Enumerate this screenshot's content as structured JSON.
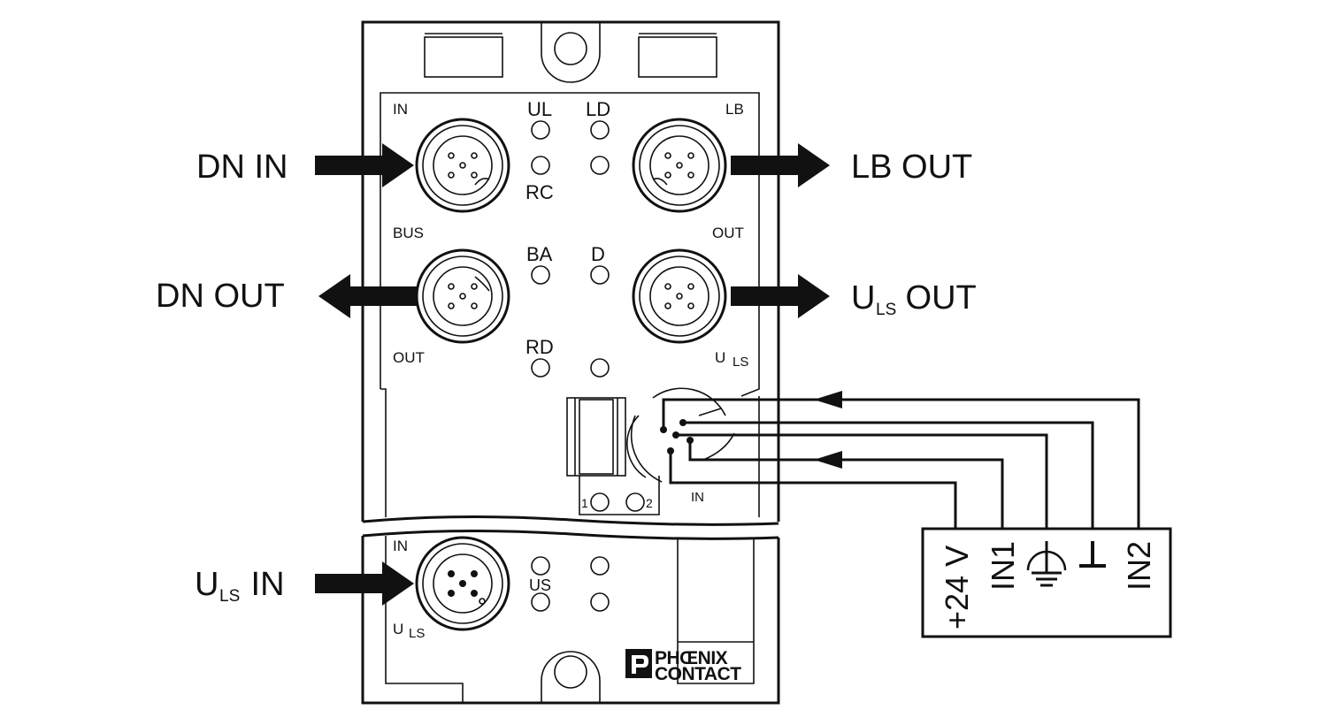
{
  "external_labels": {
    "dn_in": "DN IN",
    "dn_out": "DN OUT",
    "lb_out": "LB OUT",
    "uls_out_main": "U",
    "uls_out_sub": "LS",
    "uls_out_suffix": " OUT",
    "uls_in_main": "U",
    "uls_in_sub": "LS",
    "uls_in_suffix": " IN"
  },
  "panel_labels": {
    "in_top": "IN",
    "lb": "LB",
    "bus": "BUS",
    "out_right": "OUT",
    "out_left": "OUT",
    "uls_right_main": "U",
    "uls_right_sub": "LS",
    "in_small": "IN",
    "in_bottom": "IN",
    "uls_bottom_main": "U",
    "uls_bottom_sub": "LS",
    "pin1": "1",
    "pin2": "2"
  },
  "leds": {
    "ul": "UL",
    "ld": "LD",
    "rc": "RC",
    "ba": "BA",
    "d": "D",
    "rd": "RD",
    "us": "US"
  },
  "terminal_block": {
    "plus24v": "+24 V",
    "in1": "IN1",
    "in2": "IN2"
  },
  "logo": {
    "line1": "PHŒNIX",
    "line2": "CONTACT"
  }
}
